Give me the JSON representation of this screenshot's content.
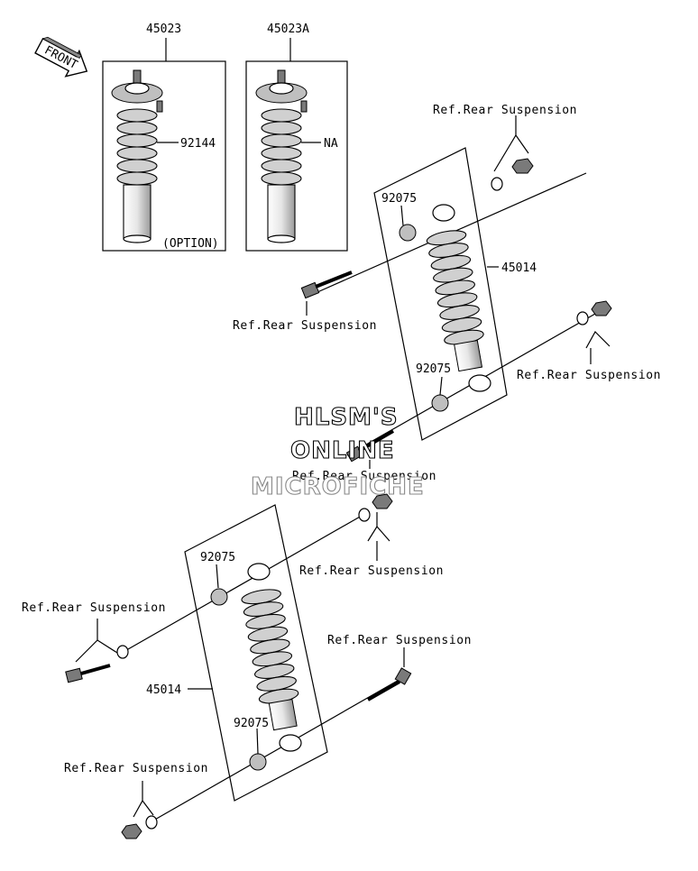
{
  "labels": {
    "part_45023": "45023",
    "part_45023a": "45023A",
    "part_92144": "92144",
    "na": "NA",
    "option": "(OPTION)",
    "front": "FRONT",
    "part_92075_a": "92075",
    "part_92075_b": "92075",
    "part_92075_c": "92075",
    "part_92075_d": "92075",
    "part_45014_a": "45014",
    "part_45014_b": "45014",
    "ref_1": "Ref.Rear Suspension",
    "ref_2": "Ref.Rear Suspension",
    "ref_3": "Ref.Rear Suspension",
    "ref_4": "Ref.Rear Suspension",
    "ref_5": "Ref.Rear Suspension",
    "ref_6": "Ref.Rear Suspension",
    "ref_7": "Ref.Rear Suspension",
    "ref_8": "Ref.Rear Suspension"
  },
  "watermark": {
    "line1": "HLSM'S",
    "line2": "ONLINE",
    "line3": "MICROFICHE"
  }
}
